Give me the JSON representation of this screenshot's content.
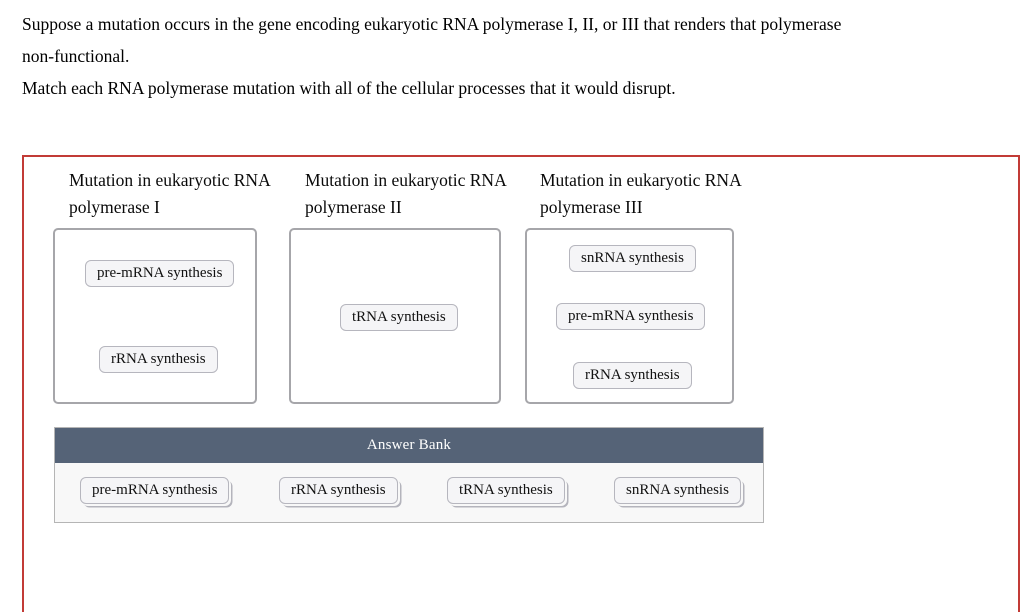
{
  "question": {
    "paragraph1": "Suppose a mutation occurs in the gene encoding eukaryotic RNA polymerase I, II, or III that renders that polymerase non-functional.",
    "paragraph2": "Match each RNA polymerase mutation with all of the cellular processes that it would disrupt."
  },
  "activity": {
    "columns": [
      {
        "header": "Mutation in eukaryotic RNA polymerase I",
        "placed_chips": [
          {
            "label": "pre-mRNA synthesis"
          },
          {
            "label": "rRNA synthesis"
          }
        ]
      },
      {
        "header": "Mutation in eukaryotic RNA polymerase II",
        "placed_chips": [
          {
            "label": "tRNA synthesis"
          }
        ]
      },
      {
        "header": "Mutation in eukaryotic RNA polymerase III",
        "placed_chips": [
          {
            "label": "snRNA synthesis"
          },
          {
            "label": "pre-mRNA synthesis"
          },
          {
            "label": "rRNA synthesis"
          }
        ]
      }
    ],
    "answer_bank": {
      "title": "Answer Bank",
      "items": [
        {
          "label": "pre-mRNA synthesis"
        },
        {
          "label": "rRNA synthesis"
        },
        {
          "label": "tRNA synthesis"
        },
        {
          "label": "snRNA synthesis"
        }
      ]
    }
  },
  "colors": {
    "activity_border": "#c23b36",
    "bank_header_bg": "#556377",
    "bank_header_text": "#ffffff",
    "bank_body_bg": "#f8f8f8",
    "chip_bg": "#f5f5f7",
    "chip_border": "#b6b6be",
    "zone_border": "#a6a6aa"
  }
}
